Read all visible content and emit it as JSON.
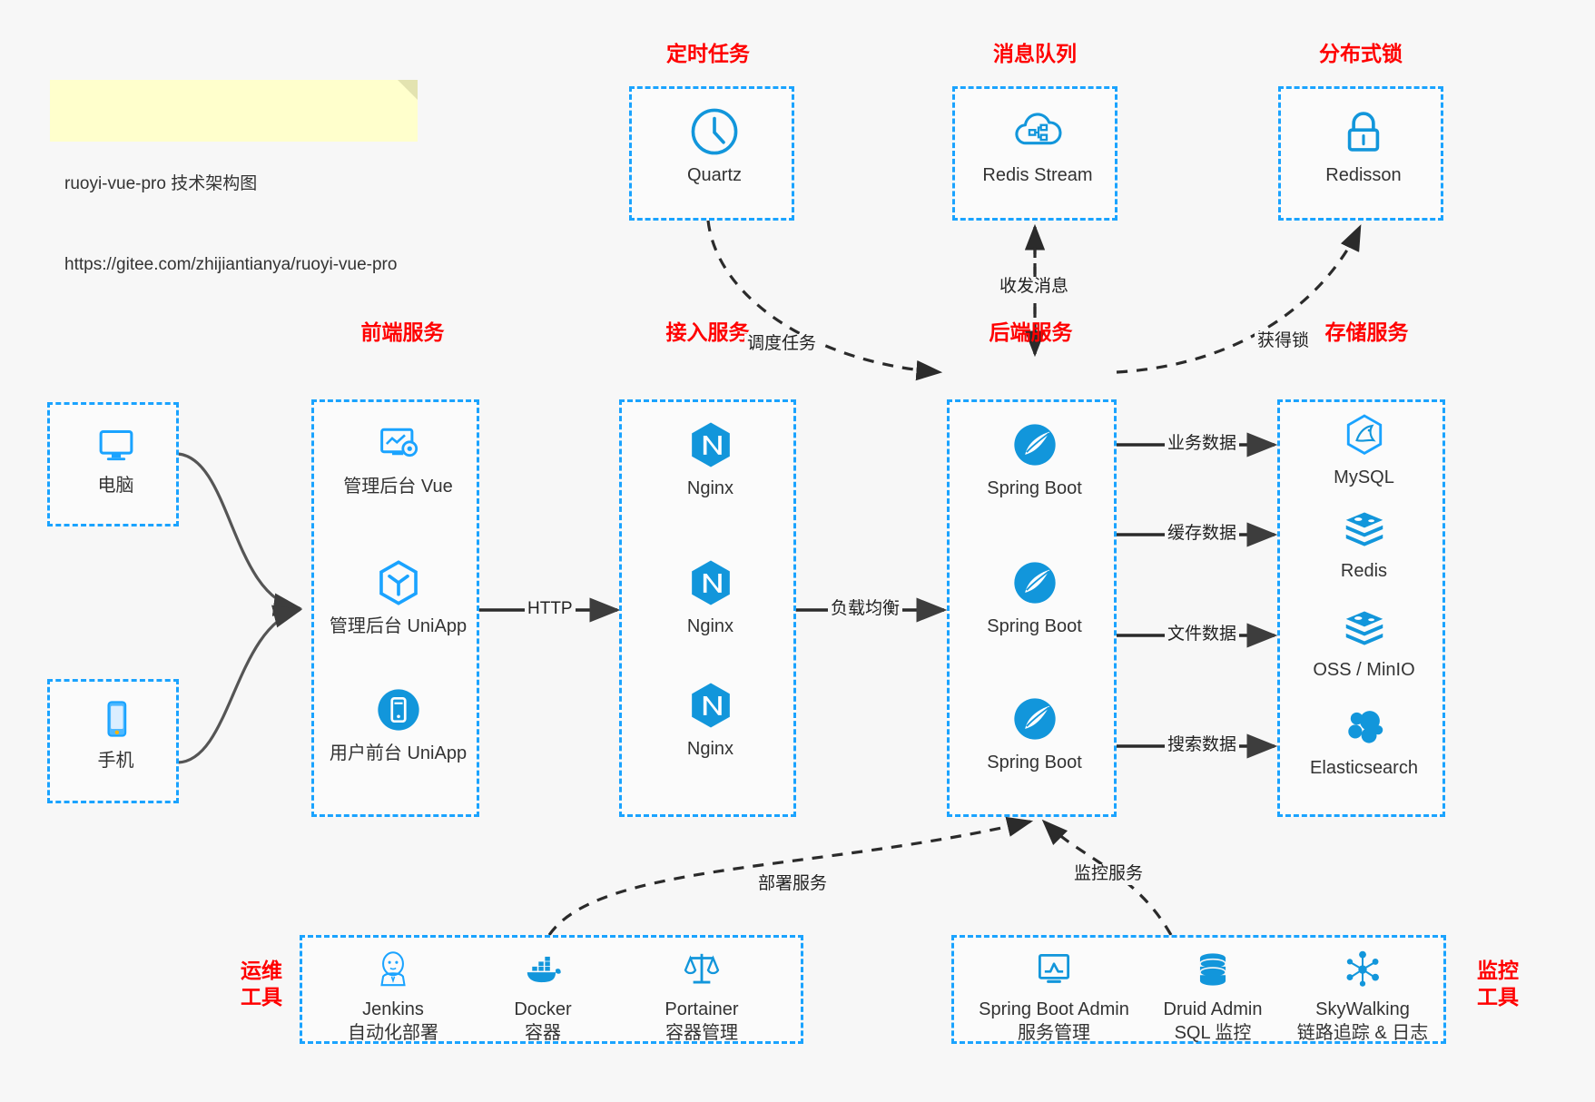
{
  "note": {
    "line1": "ruoyi-vue-pro 技术架构图",
    "line2": "https://gitee.com/zhijiantianya/ruoyi-vue-pro"
  },
  "colors": {
    "accent_blue": "#1aa3ff",
    "icon_blue": "#1296db",
    "title_red": "#ff0000",
    "edge_gray": "#4d4d4d",
    "background": "#f7f7f7",
    "note_yellow": "#ffffcc"
  },
  "groups": [
    {
      "id": "scheduler",
      "title": "定时任务"
    },
    {
      "id": "mq",
      "title": "消息队列"
    },
    {
      "id": "lock",
      "title": "分布式锁"
    },
    {
      "id": "frontend",
      "title": "前端服务"
    },
    {
      "id": "gateway",
      "title": "接入服务"
    },
    {
      "id": "backend",
      "title": "后端服务"
    },
    {
      "id": "storage",
      "title": "存储服务"
    },
    {
      "id": "devops",
      "title": "运维\n工具"
    },
    {
      "id": "monitor",
      "title": "监控\n工具"
    }
  ],
  "group_titles": {
    "scheduler": "定时任务",
    "mq": "消息队列",
    "lock": "分布式锁",
    "frontend": "前端服务",
    "gateway": "接入服务",
    "backend": "后端服务",
    "storage": "存储服务",
    "devops_l1": "运维",
    "devops_l2": "工具",
    "monitor_l1": "监控",
    "monitor_l2": "工具"
  },
  "clients": [
    {
      "icon": "desktop-icon",
      "label": "电脑"
    },
    {
      "icon": "mobile-icon",
      "label": "手机"
    }
  ],
  "scheduler_nodes": [
    {
      "icon": "clock-icon",
      "label": "Quartz"
    }
  ],
  "mq_nodes": [
    {
      "icon": "redis-stream-cloud-icon",
      "label": "Redis Stream"
    }
  ],
  "lock_nodes": [
    {
      "icon": "lock-icon",
      "label": "Redisson"
    }
  ],
  "frontend_nodes": [
    {
      "icon": "admin-vue-icon",
      "label": "管理后台 Vue"
    },
    {
      "icon": "uniapp-cube-icon",
      "label": "管理后台 UniApp"
    },
    {
      "icon": "mobile-app-icon",
      "label": "用户前台 UniApp"
    }
  ],
  "gateway_nodes": [
    {
      "icon": "nginx-icon",
      "label": "Nginx"
    },
    {
      "icon": "nginx-icon",
      "label": "Nginx"
    },
    {
      "icon": "nginx-icon",
      "label": "Nginx"
    }
  ],
  "backend_nodes": [
    {
      "icon": "spring-boot-icon",
      "label": "Spring Boot"
    },
    {
      "icon": "spring-boot-icon",
      "label": "Spring Boot"
    },
    {
      "icon": "spring-boot-icon",
      "label": "Spring Boot"
    }
  ],
  "storage_nodes": [
    {
      "icon": "mysql-icon",
      "label": "MySQL"
    },
    {
      "icon": "redis-icon",
      "label": "Redis"
    },
    {
      "icon": "oss-minio-icon",
      "label": "OSS / MinIO"
    },
    {
      "icon": "elasticsearch-icon",
      "label": "Elasticsearch"
    }
  ],
  "devops_nodes": [
    {
      "icon": "jenkins-icon",
      "label": "Jenkins",
      "sublabel": "自动化部署"
    },
    {
      "icon": "docker-icon",
      "label": "Docker",
      "sublabel": "容器"
    },
    {
      "icon": "portainer-icon",
      "label": "Portainer",
      "sublabel": "容器管理"
    }
  ],
  "monitor_nodes": [
    {
      "icon": "monitor-chart-icon",
      "label": "Spring Boot Admin",
      "sublabel": "服务管理"
    },
    {
      "icon": "database-icon",
      "label": "Druid Admin",
      "sublabel": "SQL 监控"
    },
    {
      "icon": "skywalking-icon",
      "label": "SkyWalking",
      "sublabel": "链路追踪 & 日志"
    }
  ],
  "edge_labels": {
    "http": "HTTP",
    "load_balance": "负载均衡",
    "schedule_task": "调度任务",
    "send_receive_message": "收发消息",
    "acquire_lock": "获得锁",
    "business_data": "业务数据",
    "cache_data": "缓存数据",
    "file_data": "文件数据",
    "search_data": "搜索数据",
    "deploy_service": "部署服务",
    "monitor_service": "监控服务"
  }
}
